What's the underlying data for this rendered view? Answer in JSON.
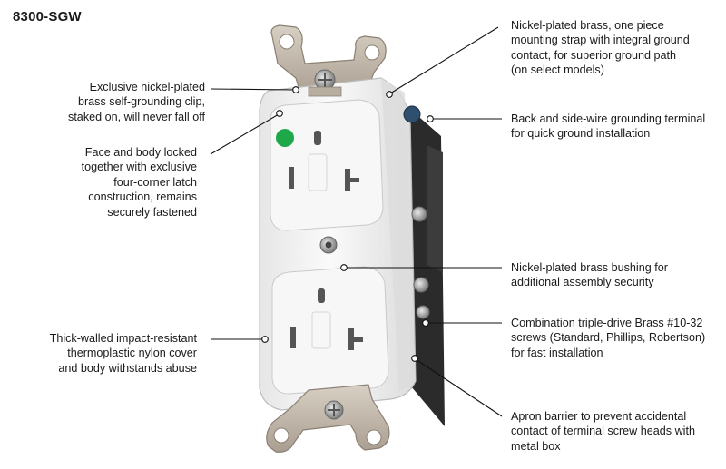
{
  "title": "8300-SGW",
  "callouts": {
    "grounding_clip": "Exclusive nickel-plated\nbrass self-grounding clip,\nstaked on, will never fall off",
    "face_body": "Face and body locked\ntogether with exclusive\nfour-corner latch\nconstruction, remains\nsecurely fastened",
    "nylon_cover": "Thick-walled impact-resistant\nthermoplastic nylon cover\nand body withstands abuse",
    "mounting_strap": "Nickel-plated brass, one piece\nmounting strap with integral ground\ncontact, for superior ground path\n(on select models)",
    "ground_terminal": "Back and side-wire grounding terminal\nfor quick ground installation",
    "bushing": "Nickel-plated brass bushing for\nadditional assembly security",
    "screws": "Combination triple-drive Brass #10-32\nscrews (Standard, Phillips, Robertson)\nfor fast installation",
    "apron": "Apron barrier to prevent accidental\ncontact of terminal screw heads with\nmetal box"
  },
  "colors": {
    "receptacle_body": "#f4f4f4",
    "strap": "#c9bfb3",
    "indicator": "#1fa84a",
    "side_barrier": "#2b2b2b"
  }
}
